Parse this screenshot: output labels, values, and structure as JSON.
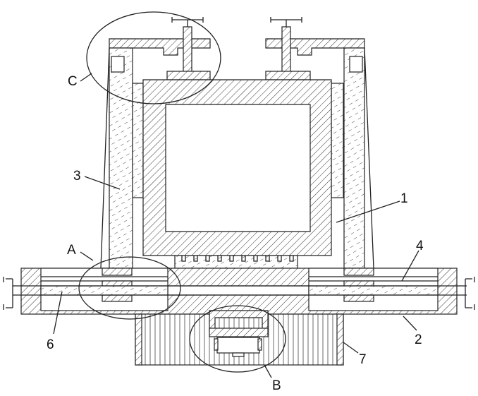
{
  "figure": {
    "labels": {
      "part_1": "1",
      "part_2": "2",
      "part_3": "3",
      "part_4": "4",
      "part_6": "6",
      "part_7": "7",
      "detail_A": "A",
      "detail_B": "B",
      "detail_C": "C"
    },
    "colors": {
      "line": "#222222",
      "background": "#ffffff"
    }
  }
}
